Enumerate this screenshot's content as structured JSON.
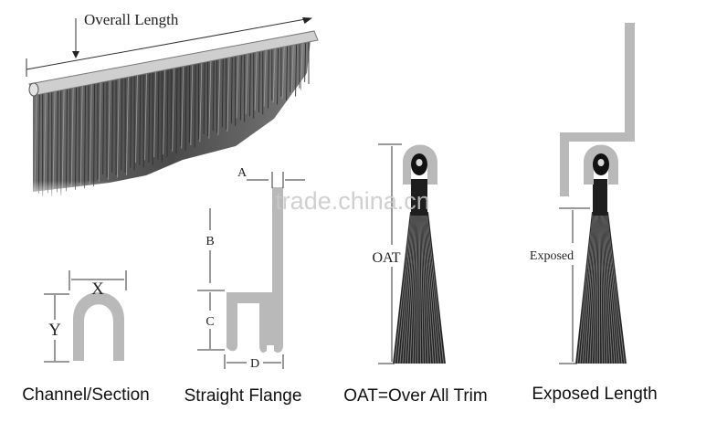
{
  "overall_length_label": "Overall Length",
  "watermark": "trade.china.cn",
  "channel": {
    "caption": "Channel/Section",
    "x_label": "X",
    "y_label": "Y"
  },
  "flange": {
    "caption": "Straight Flange",
    "a_label": "A",
    "b_label": "B",
    "c_label": "C",
    "d_label": "D"
  },
  "oat": {
    "caption": "OAT=Over All Trim",
    "label": "OAT"
  },
  "exposed": {
    "caption": "Exposed Length",
    "label": "Exposed"
  },
  "colors": {
    "channel_grey": "#b9b9b9",
    "brush_dark": "#3a3a3a",
    "text": "#111111"
  }
}
